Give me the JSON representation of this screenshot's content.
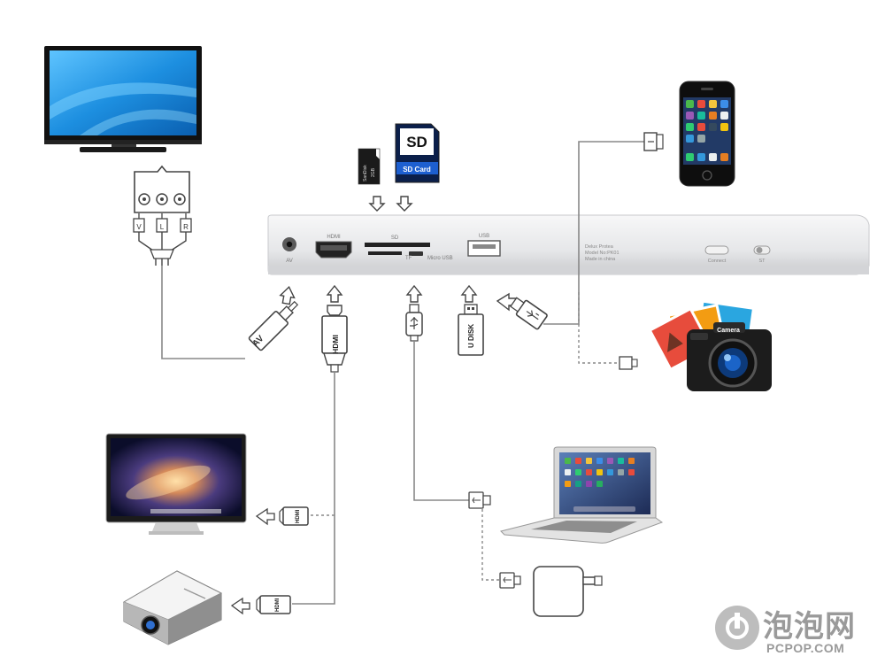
{
  "hub": {
    "ports": {
      "av": "AV",
      "hdmi": "HDMI",
      "sd": "SD",
      "tf": "TF",
      "micro_usb": "Micro USB",
      "usb": "USB",
      "connect": "Connect",
      "st": "ST"
    },
    "info_lines": [
      "Delux Protea",
      "Model No:PK01",
      "Made in china"
    ]
  },
  "cards": {
    "sd_label": "SD",
    "sd_card_label": "SD Card",
    "microsd_brand": "SanDisk",
    "microsd_size": "2GB"
  },
  "av_cable": {
    "label": "AV",
    "pins": [
      "V",
      "L",
      "R"
    ]
  },
  "hdmi_cable": {
    "label": "HDMI",
    "small_label": "HDMI"
  },
  "udisk": {
    "label": "U DISK"
  },
  "camera": {
    "label": "Camera"
  },
  "watermark": {
    "title": "泡泡网",
    "subtitle": "PCPOP.COM"
  },
  "colors": {
    "screen_blue": "#1d8fe0",
    "line_gray": "#808080",
    "hub_silver": "#e6e7e9"
  }
}
